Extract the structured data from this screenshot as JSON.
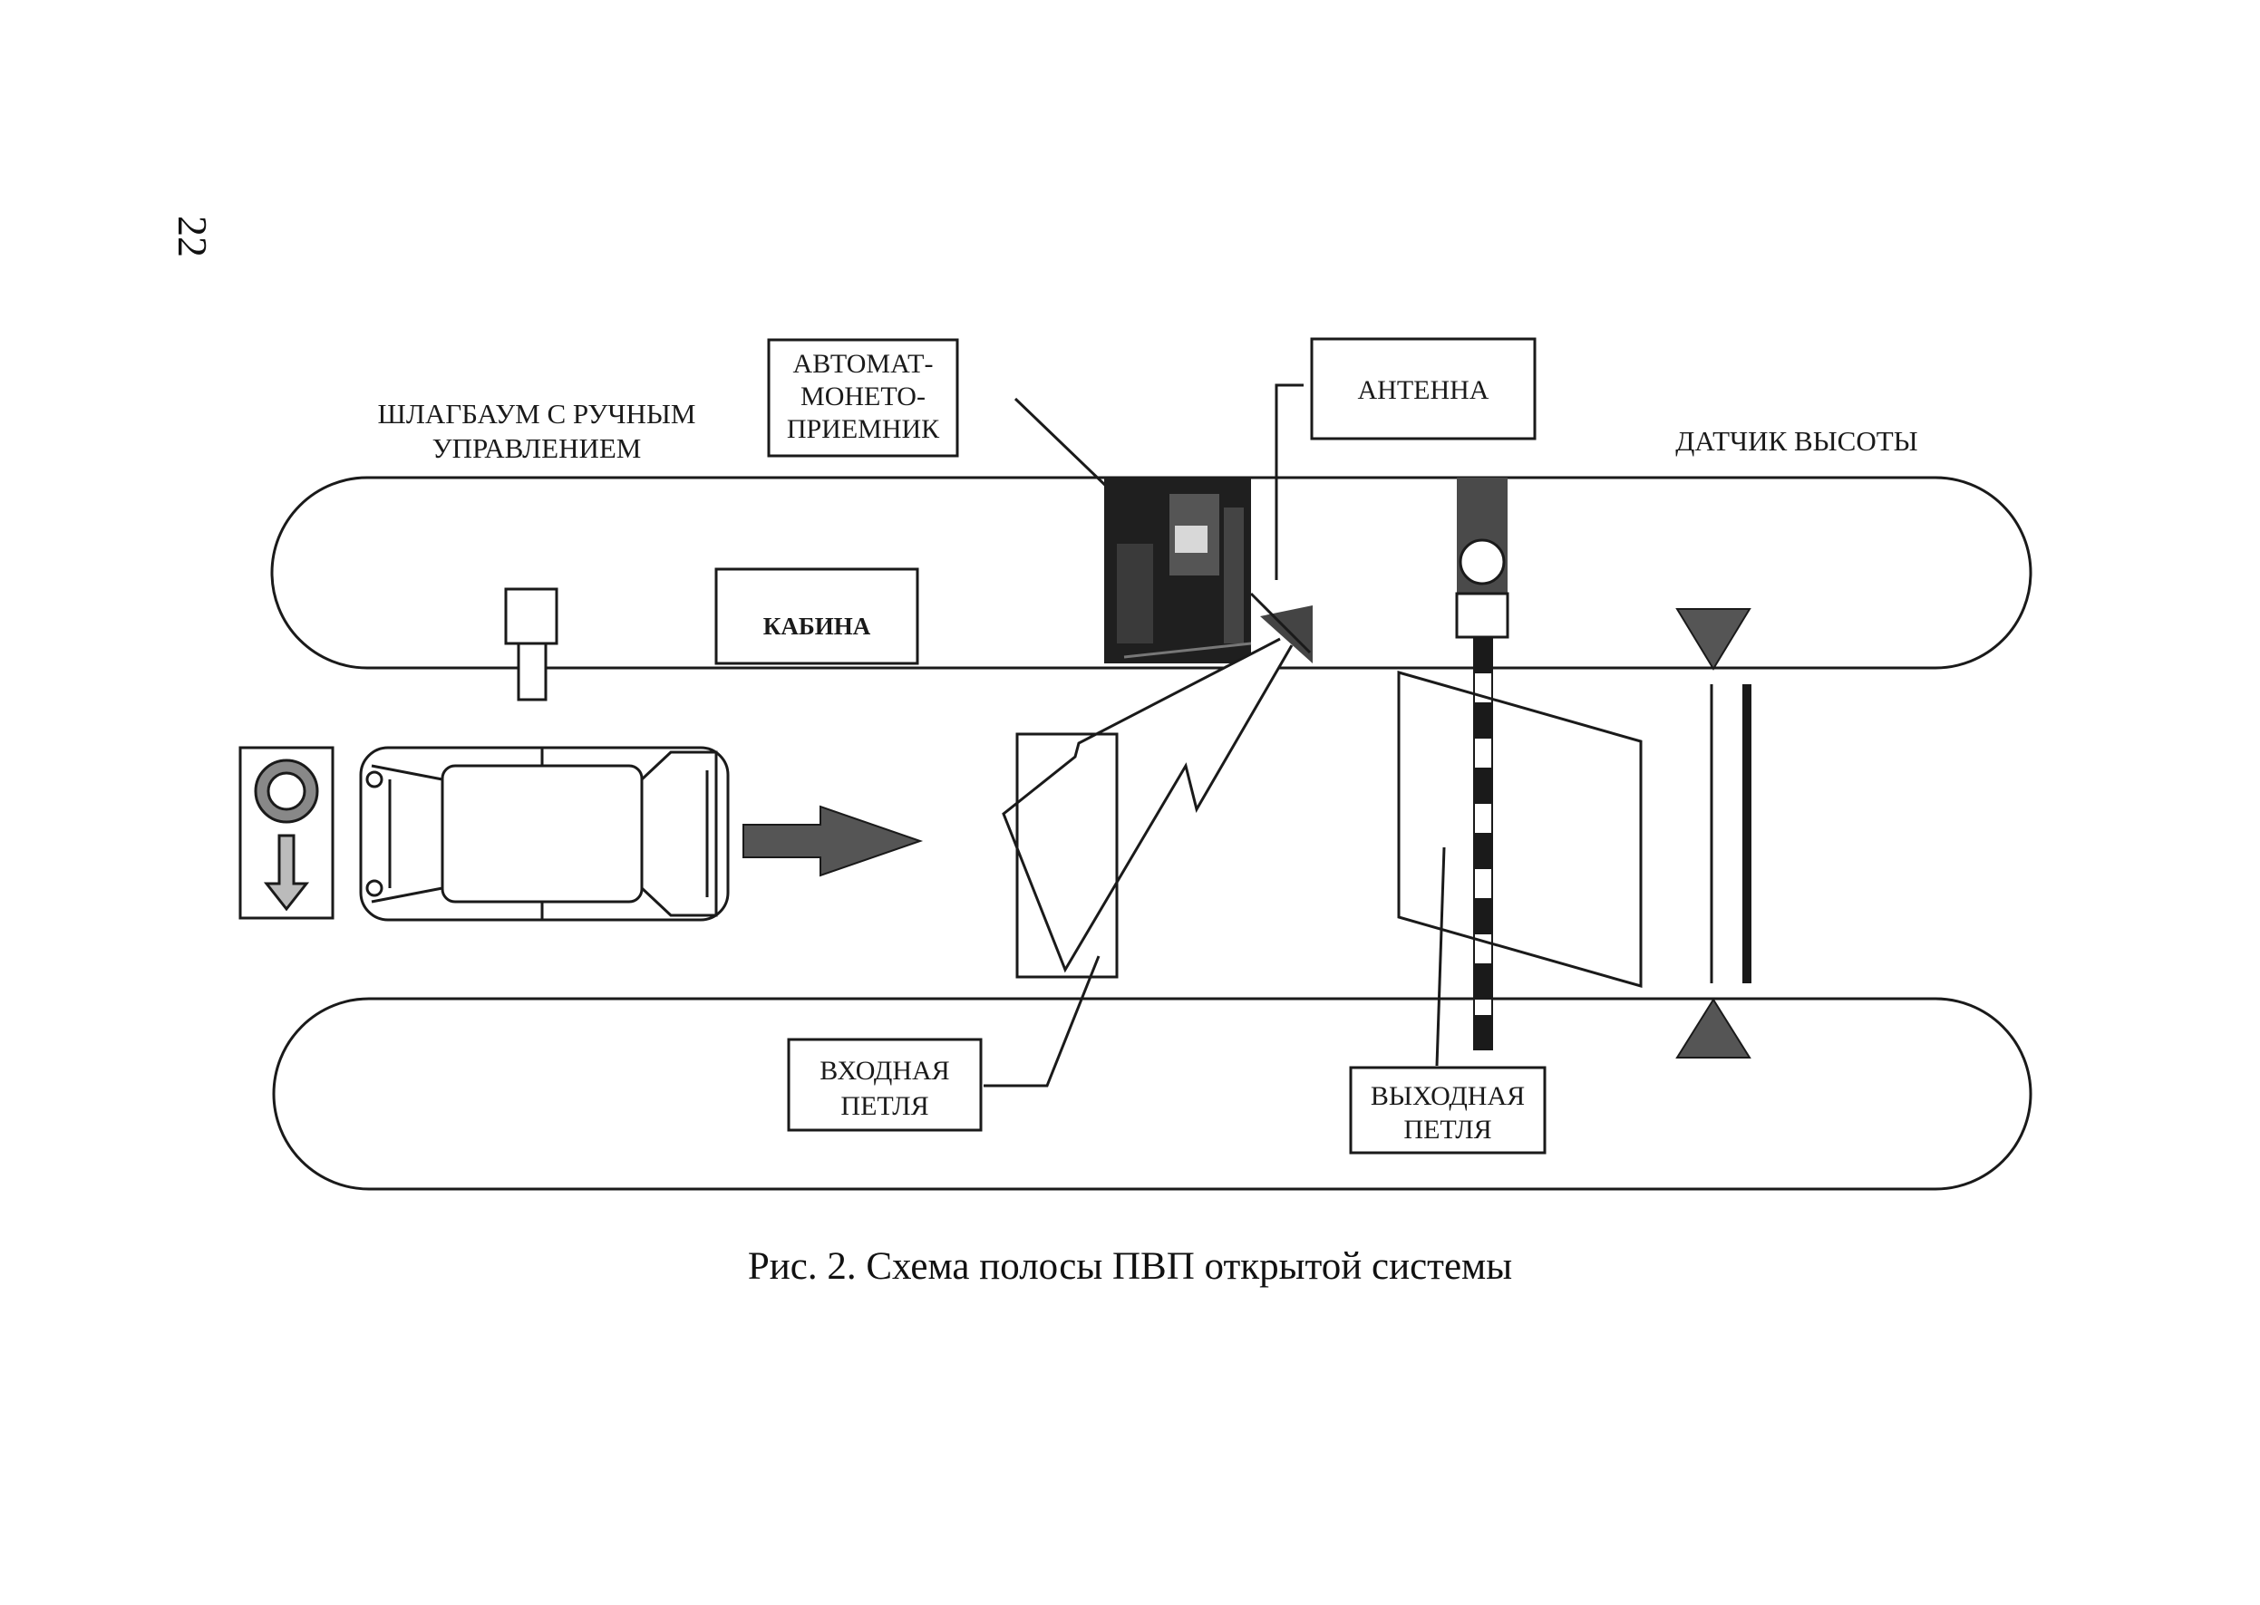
{
  "page": {
    "number": "22"
  },
  "figure": {
    "caption": "Рис. 2. Схема полосы ПВП открытой системы"
  },
  "labels": {
    "barrier_manual": [
      "ШЛАГБАУМ С РУЧНЫМ",
      "УПРАВЛЕНИЕМ"
    ],
    "coin_machine": [
      "АВТОМАТ-",
      "МОНЕТО-",
      "ПРИЕМНИК"
    ],
    "antenna": "АНТЕННА",
    "height_sensor": "ДАТЧИК ВЫСОТЫ",
    "cabin": "КАБИНА",
    "entry_loop": [
      "ВХОДНАЯ",
      "ПЕТЛЯ"
    ],
    "exit_loop": [
      "ВЫХОДНАЯ",
      "ПЕТЛЯ"
    ]
  },
  "colors": {
    "line": "#1a1a1a",
    "dark_fill": "#2a2a2a",
    "gray_fill": "#6e6e6e",
    "paper": "#ffffff"
  }
}
